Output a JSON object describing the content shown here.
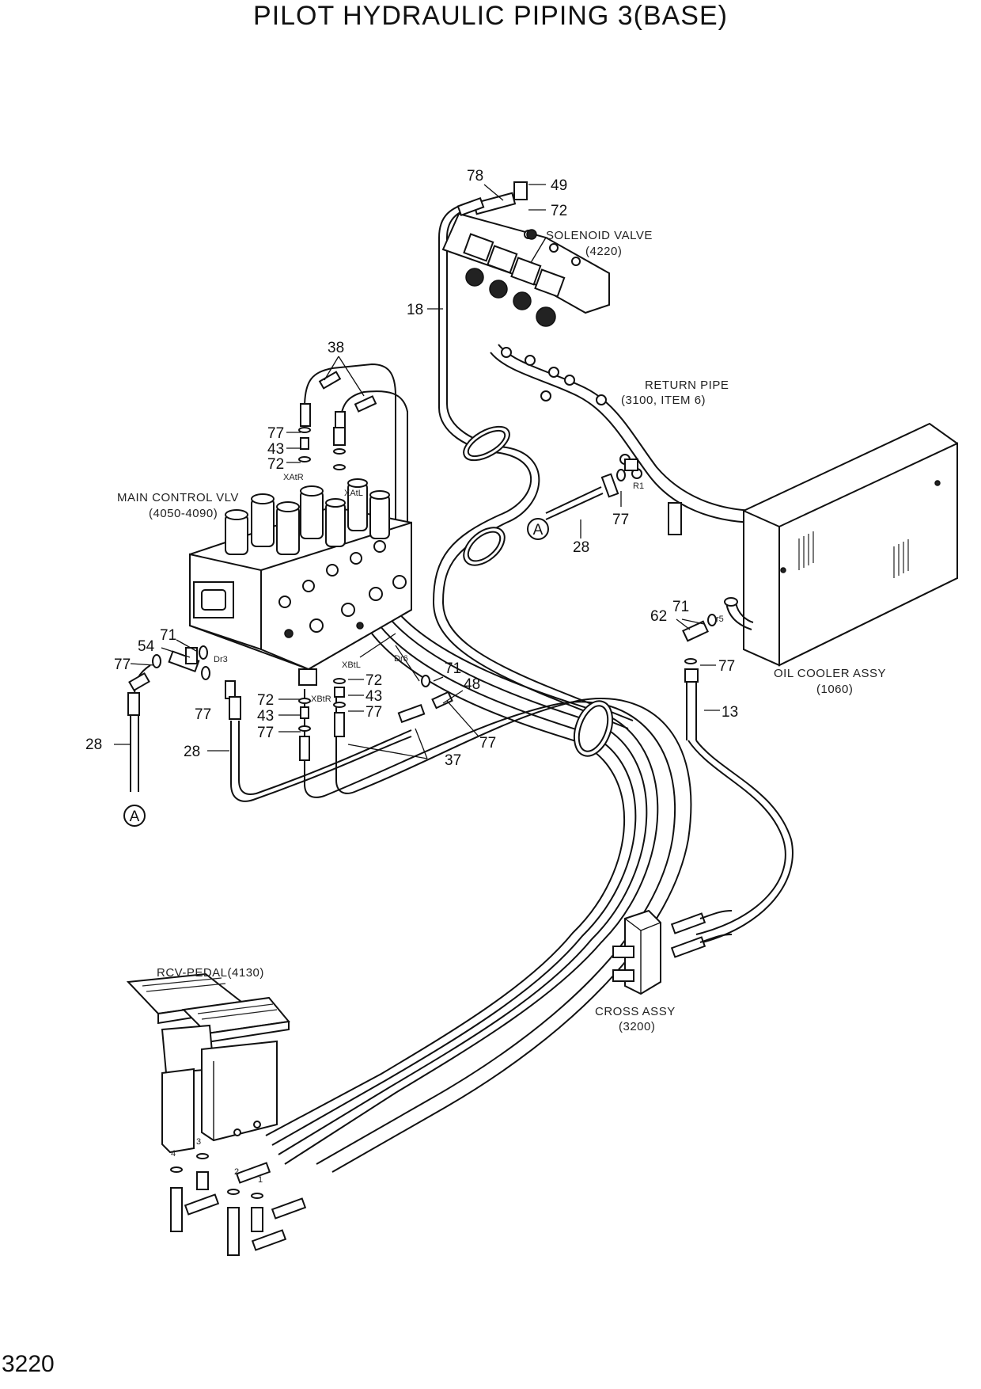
{
  "title": "PILOT HYDRAULIC PIPING 3(BASE)",
  "page_number": "3220",
  "assembly_labels": {
    "solenoid_valve": [
      "SOLENOID VALVE",
      "(4220)"
    ],
    "return_pipe": [
      "RETURN PIPE",
      "(3100, ITEM 6)"
    ],
    "main_control_valve": [
      "MAIN CONTROL VLV",
      "(4050-4090)"
    ],
    "oil_cooler": [
      "OIL COOLER ASSY",
      "(1060)"
    ],
    "rcv_pedal": [
      "RCV-PEDAL(4130)"
    ],
    "cross_assy": [
      "CROSS ASSY",
      "(3200)"
    ]
  },
  "port_labels": {
    "xatr": "XAtR",
    "xatl": "XAtL",
    "xbtl": "XBtL",
    "xbtr": "XBtR",
    "dr3": "Dr3",
    "dr6": "Dr6",
    "r1": "R1",
    "r5": "r5",
    "pedal_1": "1",
    "pedal_2": "2",
    "pedal_3": "3",
    "pedal_4": "4"
  },
  "reference_marker": "A",
  "callouts": {
    "c78": "78",
    "c49": "49",
    "c72_top": "72",
    "c18": "18",
    "c38": "38",
    "c77_a": "77",
    "c43_a": "43",
    "c72_a": "72",
    "c28_center": "28",
    "c77_r1": "77",
    "c71_left": "71",
    "c54": "54",
    "c77_left": "77",
    "c77_under": "77",
    "c28_left": "28",
    "c28_mid": "28",
    "c72_b": "72",
    "c43_b": "43",
    "c77_b": "77",
    "c72_c": "72",
    "c43_c": "43",
    "c77_c": "77",
    "c71_center": "71",
    "c48": "48",
    "c77_d": "77",
    "c37": "37",
    "c62": "62",
    "c71_right": "71",
    "c77_right": "77",
    "c13": "13"
  }
}
